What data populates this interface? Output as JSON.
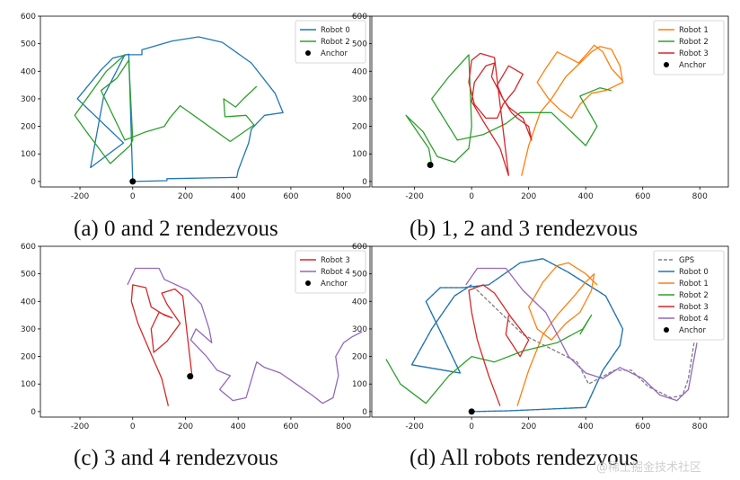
{
  "chart_data": [
    {
      "type": "line",
      "caption": "(a) 0 and 2 rendezvous",
      "xlim": [
        -350,
        900
      ],
      "ylim": [
        -20,
        600
      ],
      "xticks": [
        -200,
        0,
        200,
        400,
        600,
        800
      ],
      "yticks": [
        0,
        100,
        200,
        300,
        400,
        500,
        600
      ],
      "legend_position": "top-right",
      "series": [
        {
          "name": "Robot 0",
          "color": "#1f77b4",
          "x": [
            0,
            130,
            130,
            395,
            400,
            440,
            450,
            500,
            570,
            540,
            450,
            340,
            250,
            150,
            35,
            35,
            10,
            -30,
            -110,
            -160,
            -35,
            -210,
            -120,
            -75,
            -15,
            0
          ],
          "y": [
            0,
            3,
            10,
            15,
            40,
            140,
            190,
            240,
            250,
            320,
            430,
            505,
            525,
            510,
            478,
            460,
            460,
            460,
            310,
            50,
            140,
            300,
            405,
            448,
            462,
            0
          ]
        },
        {
          "name": "Robot 2",
          "color": "#2ca02c",
          "x": [
            -30,
            -100,
            -220,
            -175,
            -85,
            -10,
            0,
            -15,
            -60,
            -120,
            -30,
            50,
            120,
            140,
            180,
            370,
            460,
            430,
            350,
            345,
            390,
            420,
            470
          ],
          "y": [
            460,
            400,
            240,
            180,
            65,
            130,
            150,
            440,
            375,
            330,
            150,
            180,
            200,
            230,
            275,
            145,
            205,
            240,
            235,
            300,
            270,
            300,
            345
          ]
        },
        {
          "name": "Anchor",
          "color": "#000000",
          "marker": true,
          "x": [
            0
          ],
          "y": [
            0
          ]
        }
      ]
    },
    {
      "type": "line",
      "caption": "(b) 1, 2 and 3 rendezvous",
      "xlim": [
        -350,
        900
      ],
      "ylim": [
        -20,
        600
      ],
      "xticks": [
        -200,
        0,
        200,
        400,
        600,
        800
      ],
      "yticks": [
        0,
        100,
        200,
        300,
        400,
        500,
        600
      ],
      "legend_position": "top-right",
      "series": [
        {
          "name": "Robot 1",
          "color": "#ff7f0e",
          "x": [
            175,
            200,
            240,
            280,
            330,
            380,
            420,
            450,
            490,
            520,
            530,
            470,
            420,
            380,
            350,
            310,
            270,
            230,
            260,
            300,
            330,
            375,
            410,
            430,
            460,
            490,
            530
          ],
          "y": [
            20,
            130,
            250,
            300,
            380,
            430,
            470,
            490,
            480,
            420,
            360,
            330,
            320,
            280,
            230,
            260,
            300,
            360,
            410,
            470,
            455,
            430,
            470,
            495,
            470,
            410,
            365
          ]
        },
        {
          "name": "Robot 2",
          "color": "#2ca02c",
          "x": [
            -140,
            -150,
            -230,
            -170,
            -120,
            -60,
            -10,
            0,
            -10,
            -80,
            -140,
            -50,
            40,
            120,
            170,
            280,
            400,
            440,
            380,
            450,
            490
          ],
          "y": [
            60,
            120,
            240,
            180,
            90,
            70,
            120,
            200,
            460,
            380,
            300,
            150,
            170,
            210,
            250,
            250,
            130,
            200,
            310,
            340,
            330
          ]
        },
        {
          "name": "Robot 3",
          "color": "#d62728",
          "x": [
            130,
            100,
            40,
            0,
            10,
            50,
            80,
            70,
            110,
            140,
            160,
            200,
            210,
            180,
            130,
            110,
            90,
            130,
            180,
            150,
            110,
            90,
            50,
            10,
            -10,
            0,
            30,
            80,
            130
          ],
          "y": [
            20,
            120,
            220,
            290,
            360,
            420,
            430,
            380,
            300,
            250,
            230,
            200,
            150,
            230,
            270,
            300,
            350,
            420,
            390,
            330,
            280,
            230,
            230,
            280,
            360,
            440,
            465,
            450,
            20
          ]
        },
        {
          "name": "Anchor",
          "color": "#000000",
          "marker": true,
          "x": [
            -145
          ],
          "y": [
            60
          ]
        }
      ]
    },
    {
      "type": "line",
      "caption": "(c) 3 and 4 rendezvous",
      "xlim": [
        -350,
        900
      ],
      "ylim": [
        -20,
        600
      ],
      "xticks": [
        -200,
        0,
        200,
        400,
        600,
        800
      ],
      "yticks": [
        0,
        100,
        200,
        300,
        400,
        500,
        600
      ],
      "legend_position": "top-right",
      "series": [
        {
          "name": "Robot 3",
          "color": "#d62728",
          "x": [
            135,
            110,
            60,
            20,
            -5,
            0,
            50,
            70,
            120,
            150,
            100,
            70,
            80,
            130,
            180,
            130,
            110,
            160,
            190,
            225
          ],
          "y": [
            20,
            120,
            230,
            320,
            400,
            460,
            450,
            380,
            350,
            340,
            360,
            300,
            215,
            255,
            320,
            390,
            430,
            445,
            420,
            130
          ]
        },
        {
          "name": "Robot 4",
          "color": "#9467bd",
          "x": [
            -20,
            10,
            100,
            120,
            210,
            260,
            290,
            300,
            240,
            220,
            280,
            320,
            370,
            330,
            380,
            430,
            470,
            500,
            560,
            620,
            680,
            720,
            760,
            780,
            770,
            800,
            830,
            870
          ],
          "y": [
            460,
            520,
            520,
            480,
            440,
            390,
            300,
            250,
            300,
            260,
            200,
            150,
            130,
            80,
            40,
            50,
            180,
            160,
            140,
            100,
            60,
            30,
            50,
            130,
            200,
            250,
            270,
            290
          ]
        },
        {
          "name": "Anchor",
          "color": "#000000",
          "marker": true,
          "x": [
            218
          ],
          "y": [
            128
          ]
        }
      ]
    },
    {
      "type": "line",
      "caption": "(d) All robots rendezvous",
      "xlim": [
        -350,
        900
      ],
      "ylim": [
        -20,
        600
      ],
      "xticks": [
        -200,
        0,
        200,
        400,
        600,
        800
      ],
      "yticks": [
        0,
        100,
        200,
        300,
        400,
        500,
        600
      ],
      "legend_position": "top-right",
      "series": [
        {
          "name": "GPS",
          "color": "#7f7f7f",
          "dashed": true,
          "x": [
            0,
            130,
            400,
            460,
            520,
            530,
            470,
            340,
            250,
            170,
            60,
            -30,
            -110,
            -160,
            -40,
            -210,
            -140,
            -60,
            0,
            180,
            370,
            410,
            500,
            560,
            620,
            700,
            740,
            760,
            780
          ],
          "y": [
            0,
            3,
            15,
            150,
            240,
            300,
            420,
            505,
            555,
            540,
            460,
            450,
            450,
            400,
            140,
            170,
            300,
            420,
            460,
            280,
            180,
            100,
            150,
            150,
            90,
            50,
            60,
            120,
            250
          ]
        },
        {
          "name": "Robot 0",
          "color": "#1f77b4",
          "x": [
            0,
            130,
            400,
            460,
            520,
            530,
            470,
            340,
            250,
            170,
            60,
            -30,
            -110,
            -160,
            -40,
            -210,
            -140,
            -60,
            0
          ],
          "y": [
            0,
            3,
            15,
            150,
            240,
            300,
            420,
            505,
            555,
            540,
            460,
            450,
            450,
            400,
            140,
            170,
            300,
            420,
            460
          ]
        },
        {
          "name": "Robot 1",
          "color": "#ff7f0e",
          "x": [
            160,
            200,
            250,
            300,
            360,
            400,
            430,
            420,
            380,
            330,
            280,
            230,
            200,
            250,
            300,
            340,
            400,
            440
          ],
          "y": [
            20,
            150,
            280,
            350,
            420,
            470,
            500,
            440,
            360,
            320,
            260,
            300,
            380,
            470,
            530,
            540,
            500,
            460
          ]
        },
        {
          "name": "Robot 2",
          "color": "#2ca02c",
          "x": [
            -300,
            -250,
            -160,
            -80,
            0,
            80,
            180,
            300,
            390,
            420,
            380
          ],
          "y": [
            190,
            100,
            30,
            130,
            200,
            180,
            220,
            250,
            300,
            350,
            280
          ]
        },
        {
          "name": "Robot 3",
          "color": "#d62728",
          "x": [
            100,
            60,
            20,
            0,
            -10,
            40,
            80,
            140,
            200,
            170,
            120,
            130
          ],
          "y": [
            20,
            130,
            260,
            360,
            440,
            460,
            430,
            340,
            260,
            200,
            280,
            350
          ]
        },
        {
          "name": "Robot 4",
          "color": "#9467bd",
          "x": [
            -20,
            20,
            120,
            180,
            260,
            300,
            340,
            400,
            460,
            520,
            600,
            660,
            720,
            760,
            790
          ],
          "y": [
            460,
            520,
            520,
            440,
            360,
            280,
            200,
            140,
            120,
            160,
            120,
            60,
            40,
            80,
            250
          ]
        },
        {
          "name": "Anchor",
          "color": "#000000",
          "marker": true,
          "x": [
            0
          ],
          "y": [
            0
          ]
        }
      ]
    }
  ],
  "watermark": "@稀土掘金技术社区"
}
